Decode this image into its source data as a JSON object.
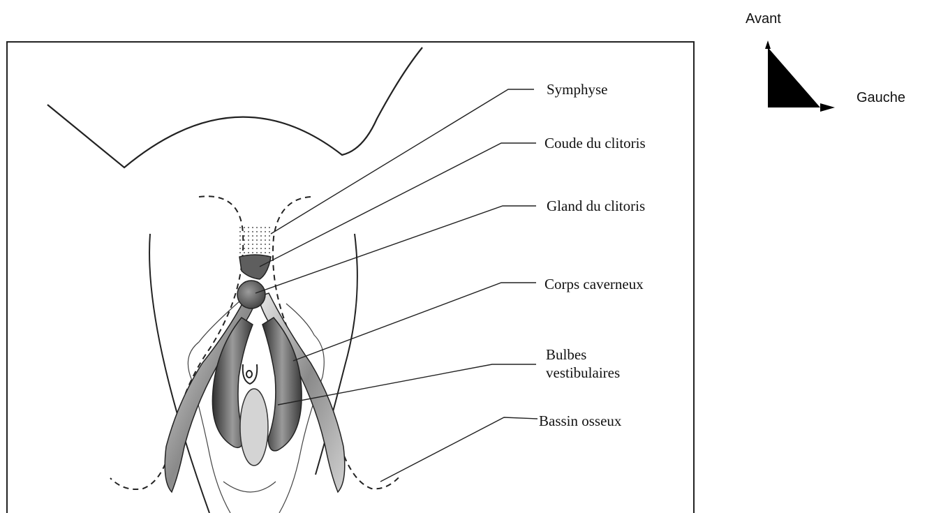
{
  "orientation": {
    "front_label": "Avant",
    "left_label": "Gauche"
  },
  "labels": [
    {
      "id": "symphyse",
      "lines": [
        "Symphyse"
      ]
    },
    {
      "id": "coude",
      "lines": [
        "Coude du clitoris"
      ]
    },
    {
      "id": "gland",
      "lines": [
        "Gland du clitoris"
      ]
    },
    {
      "id": "corps",
      "lines": [
        "Corps caverneux"
      ]
    },
    {
      "id": "bulbes",
      "lines": [
        "Bulbes",
        "vestibulaires"
      ]
    },
    {
      "id": "bassin",
      "lines": [
        "Bassin osseux"
      ]
    }
  ],
  "colors": {
    "outline": "#222222",
    "organ_dark": "#3f3f3f",
    "organ_mid": "#7a7a7a",
    "organ_light": "#cfcfcf",
    "label_text": "#111111"
  }
}
